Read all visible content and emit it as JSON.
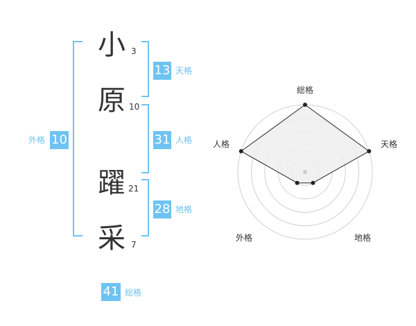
{
  "name": {
    "chars": [
      {
        "char": "小",
        "strokes": "3"
      },
      {
        "char": "原",
        "strokes": "10"
      },
      {
        "char": "躍",
        "strokes": "21"
      },
      {
        "char": "采",
        "strokes": "7"
      }
    ]
  },
  "fortune": {
    "tenkaku": {
      "value": "13",
      "label": "天格"
    },
    "jinkaku": {
      "value": "31",
      "label": "人格"
    },
    "chikaku": {
      "value": "28",
      "label": "地格"
    },
    "gaikaku": {
      "value": "10",
      "label": "外格"
    },
    "soukaku": {
      "value": "41",
      "label": "総格"
    }
  },
  "colors": {
    "accent": "#6ec3f3",
    "text": "#333333",
    "radar_fill": "#eeeeee",
    "radar_line": "#222222",
    "ring": "#d0d0d0"
  },
  "chart_data": {
    "type": "radar",
    "axes": [
      "総格",
      "天格",
      "地格",
      "外格",
      "人格"
    ],
    "levels": 5,
    "max": 5,
    "values": [
      5,
      5,
      1,
      1,
      5
    ]
  }
}
